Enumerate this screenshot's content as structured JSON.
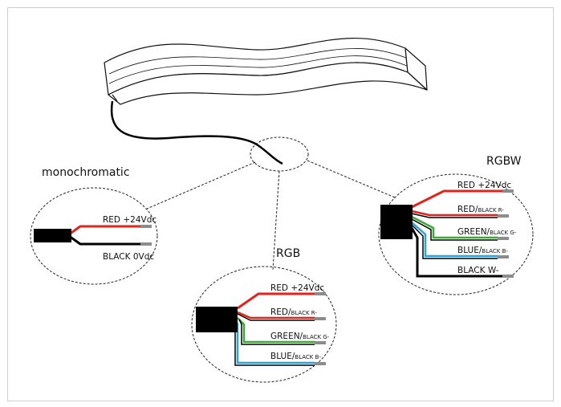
{
  "colors": {
    "red": "#e2231a",
    "black": "#000000",
    "green": "#3aa935",
    "blue": "#29a3dc",
    "tip": "#8c8c8c"
  },
  "mono": {
    "title": "monochromatic",
    "wires": [
      {
        "main": "RED +24Vdc",
        "sub": "",
        "suffix": ""
      },
      {
        "main": "BLACK 0Vdc",
        "sub": "",
        "suffix": ""
      }
    ]
  },
  "rgb": {
    "title": "RGB",
    "wires": [
      {
        "main": "RED +24Vdc",
        "sub": "",
        "suffix": ""
      },
      {
        "main": "RED/",
        "sub": "BLACK",
        "suffix": " R-"
      },
      {
        "main": "GREEN/",
        "sub": "BLACK",
        "suffix": " G-"
      },
      {
        "main": "BLUE/",
        "sub": "BLACK",
        "suffix": " B-"
      }
    ]
  },
  "rgbw": {
    "title": "RGBW",
    "wires": [
      {
        "main": "RED +24Vdc",
        "sub": "",
        "suffix": ""
      },
      {
        "main": "RED/",
        "sub": "BLACK",
        "suffix": " R-"
      },
      {
        "main": "GREEN/",
        "sub": "BLACK",
        "suffix": " G-"
      },
      {
        "main": "BLUE/",
        "sub": "BLACK",
        "suffix": " B-"
      },
      {
        "main": "BLACK W-",
        "sub": "",
        "suffix": ""
      }
    ]
  }
}
